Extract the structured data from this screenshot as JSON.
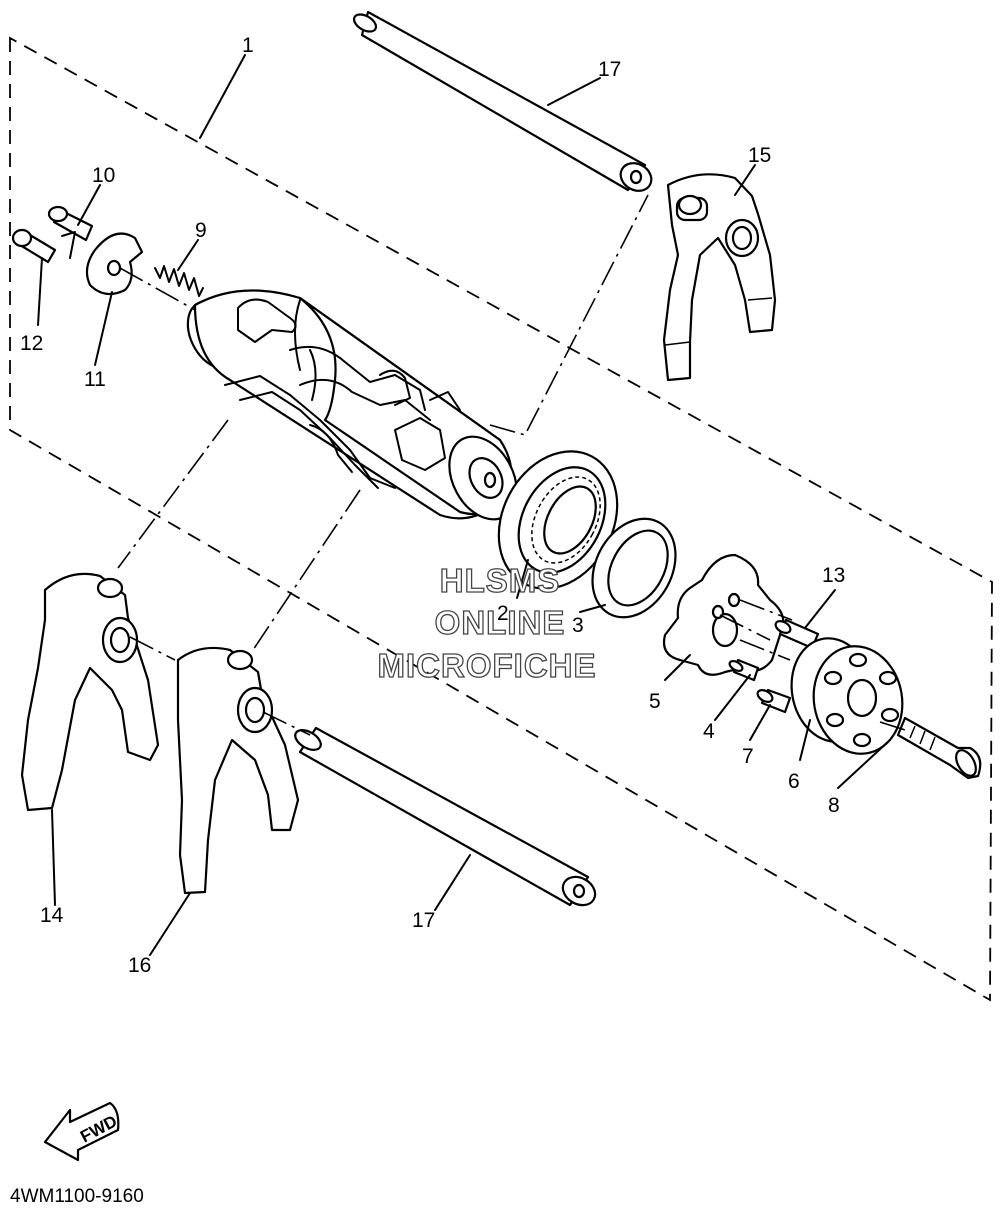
{
  "callouts": {
    "c1": "1",
    "c2": "2",
    "c3": "3",
    "c4": "4",
    "c5": "5",
    "c6": "6",
    "c7": "7",
    "c8": "8",
    "c9": "9",
    "c10": "10",
    "c11": "11",
    "c12": "12",
    "c13": "13",
    "c14": "14",
    "c15": "15",
    "c16": "16",
    "c17a": "17",
    "c17b": "17"
  },
  "watermark": {
    "line1": "HLSMS",
    "line2": "ONLINE",
    "line3": "MICROFICHE"
  },
  "direction_label": "FWD",
  "part_number": "4WM1100-9160"
}
